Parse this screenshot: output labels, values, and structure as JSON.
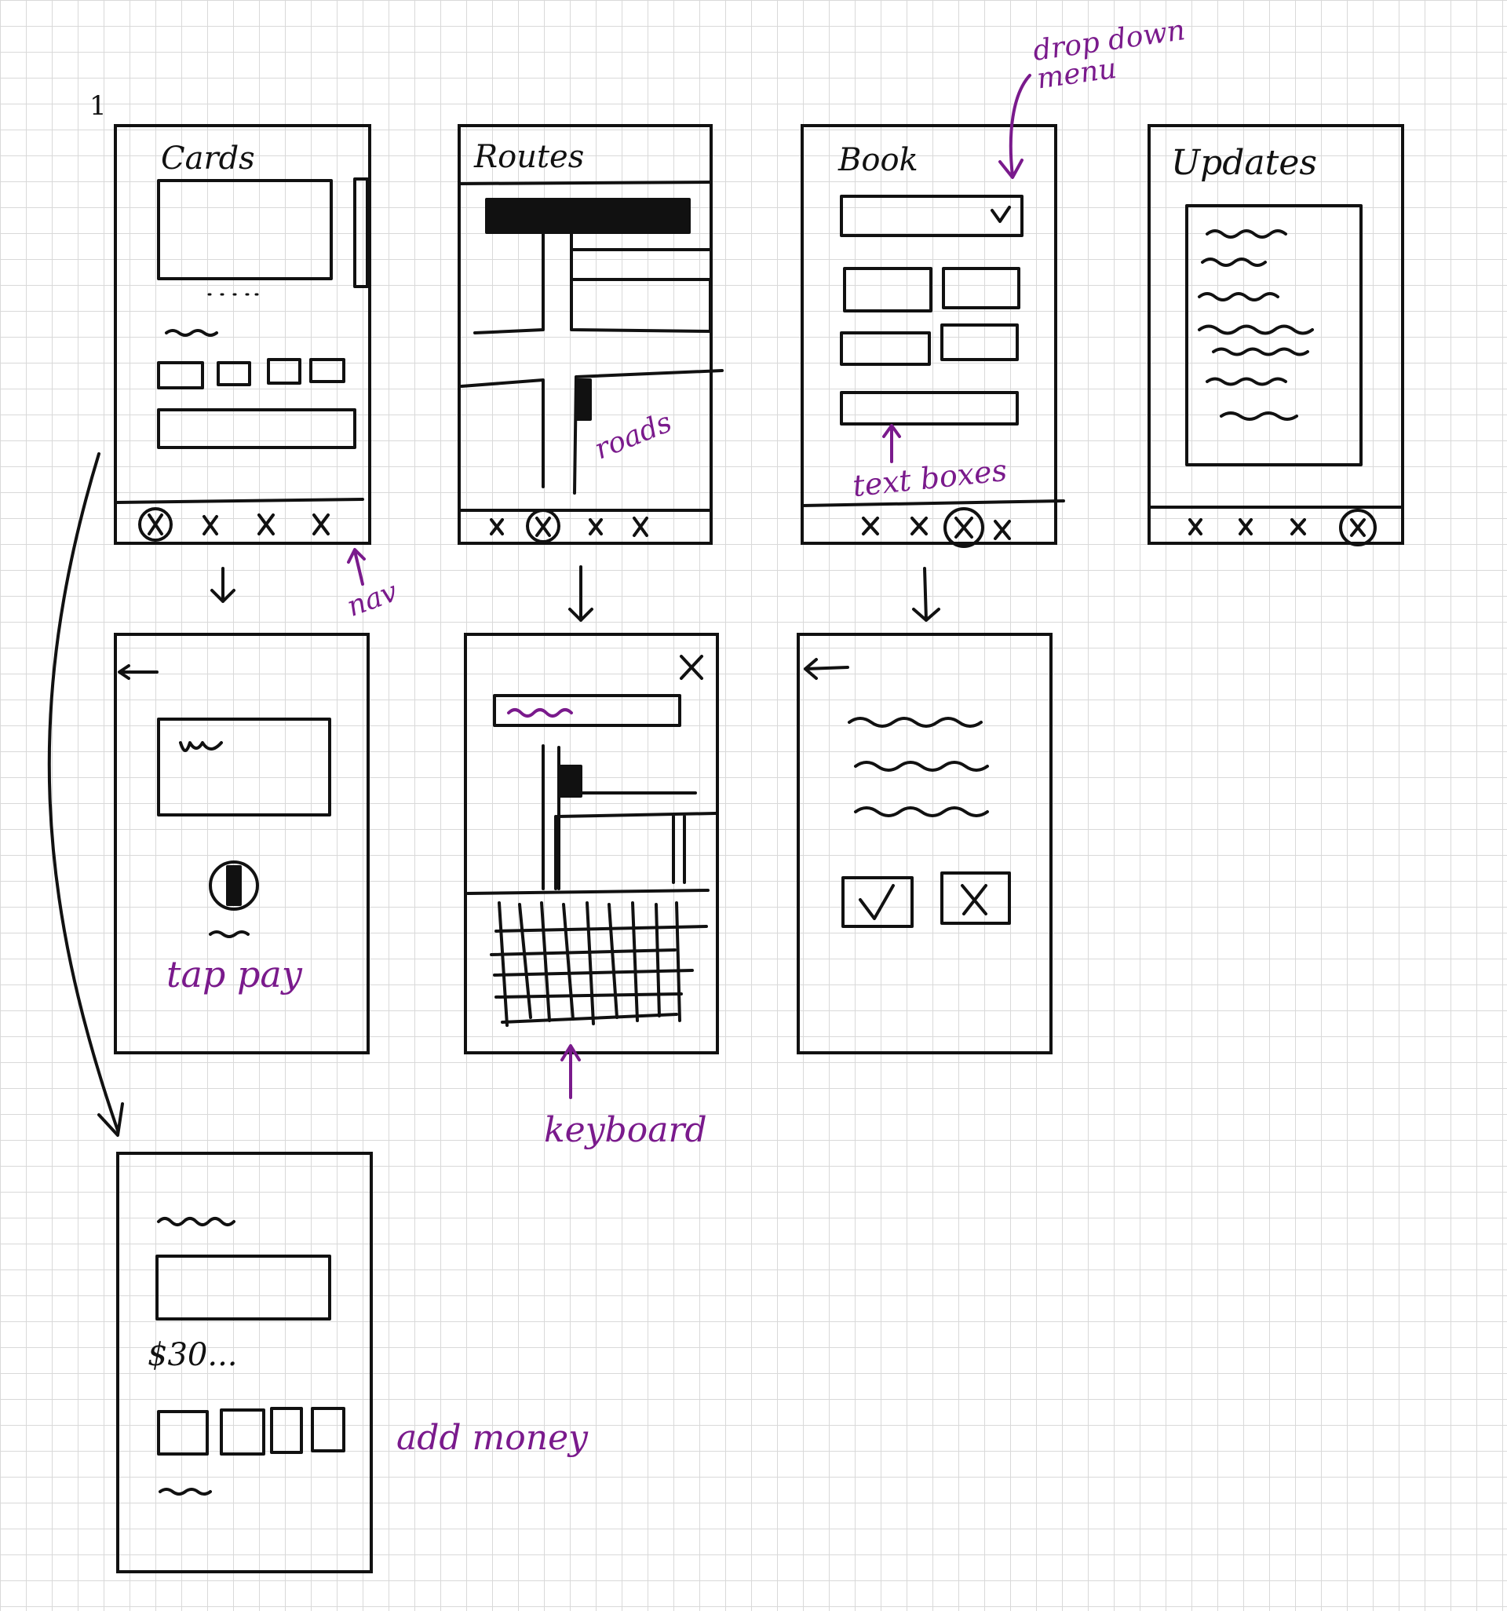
{
  "sketch": {
    "page_number": "1",
    "screens": {
      "cards": {
        "title": "Cards"
      },
      "routes": {
        "title": "Routes"
      },
      "book": {
        "title": "Book"
      },
      "updates": {
        "title": "Updates"
      },
      "add_money": {
        "amount": "$30..."
      }
    },
    "annotations": {
      "drop_down": "drop down menu",
      "roads": "roads",
      "text_boxes": "text boxes",
      "nav": "nav",
      "tap_pay": "tap pay",
      "keyboard": "keyboard",
      "add_money": "add money"
    },
    "colors": {
      "ink": "#111111",
      "annotation": "#7a1a8c",
      "grid": "#d9d9d9"
    }
  }
}
